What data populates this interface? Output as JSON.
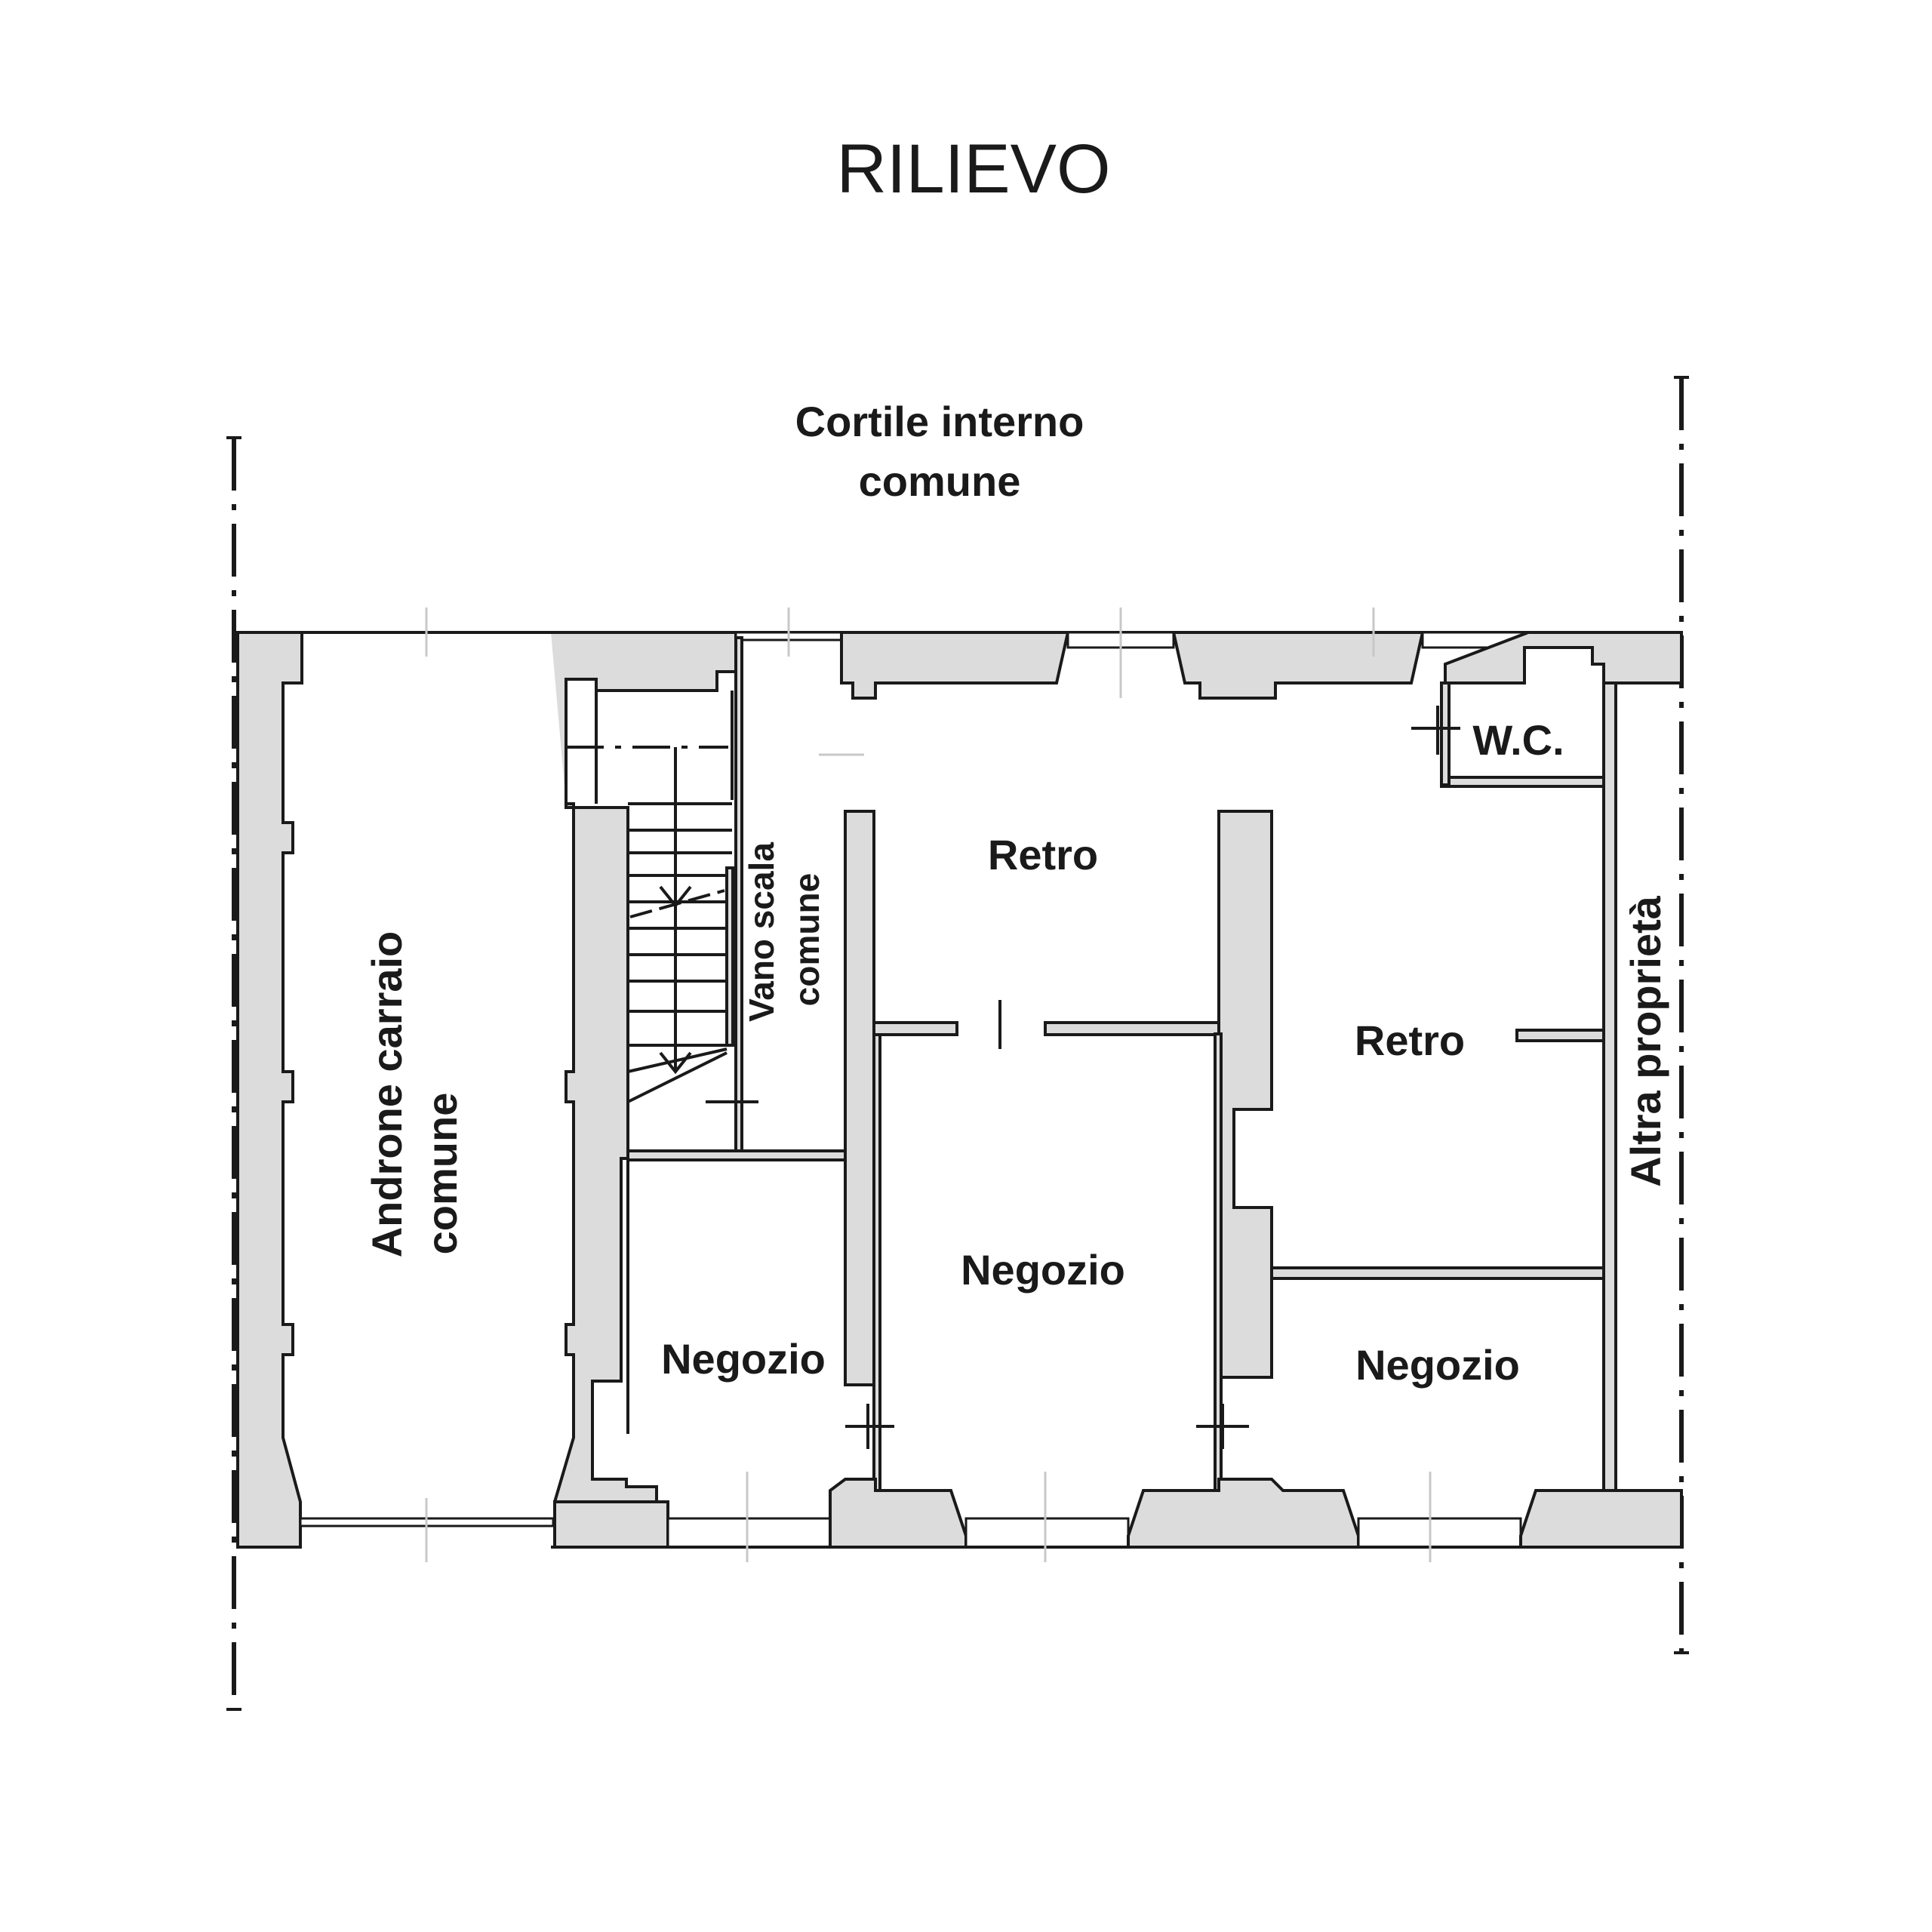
{
  "title": "RILIEVO",
  "labels": {
    "courtyard_line1": "Cortile interno",
    "courtyard_line2": "comune",
    "passage_line1": "Androne carraio",
    "passage_line2": "comune",
    "stair_line1": "Vano scala",
    "stair_line2": "comune",
    "other_property": "Altra proprietà",
    "wc": "W.C.",
    "retro_left": "Retro",
    "retro_right": "Retro",
    "negozio_left": "Negozio",
    "negozio_center": "Negozio",
    "negozio_right": "Negozio"
  }
}
